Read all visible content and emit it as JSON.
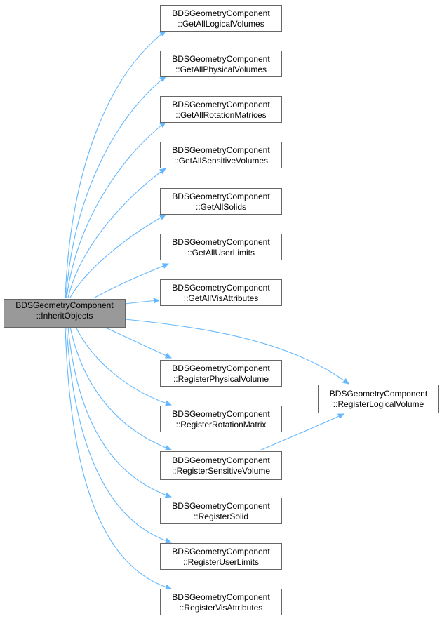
{
  "diagram": {
    "root": {
      "line1": "BDSGeometryComponent",
      "line2": "::InheritObjects"
    },
    "get_calls": [
      {
        "line1": "BDSGeometryComponent",
        "line2": "::GetAllLogicalVolumes"
      },
      {
        "line1": "BDSGeometryComponent",
        "line2": "::GetAllPhysicalVolumes"
      },
      {
        "line1": "BDSGeometryComponent",
        "line2": "::GetAllRotationMatrices"
      },
      {
        "line1": "BDSGeometryComponent",
        "line2": "::GetAllSensitiveVolumes"
      },
      {
        "line1": "BDSGeometryComponent",
        "line2": "::GetAllSolids"
      },
      {
        "line1": "BDSGeometryComponent",
        "line2": "::GetAllUserLimits"
      },
      {
        "line1": "BDSGeometryComponent",
        "line2": "::GetAllVisAttributes"
      }
    ],
    "register_calls": [
      {
        "line1": "BDSGeometryComponent",
        "line2": "::RegisterPhysicalVolume"
      },
      {
        "line1": "BDSGeometryComponent",
        "line2": "::RegisterRotationMatrix"
      },
      {
        "line1": "BDSGeometryComponent",
        "line2": "::RegisterSensitiveVolume"
      },
      {
        "line1": "BDSGeometryComponent",
        "line2": "::RegisterSolid"
      },
      {
        "line1": "BDSGeometryComponent",
        "line2": "::RegisterUserLimits"
      },
      {
        "line1": "BDSGeometryComponent",
        "line2": "::RegisterVisAttributes"
      }
    ],
    "logical_volume": {
      "line1": "BDSGeometryComponent",
      "line2": "::RegisterLogicalVolume"
    }
  },
  "colors": {
    "edge": "#63b8ff",
    "root_fill": "#999999",
    "node_border": "#666666"
  }
}
